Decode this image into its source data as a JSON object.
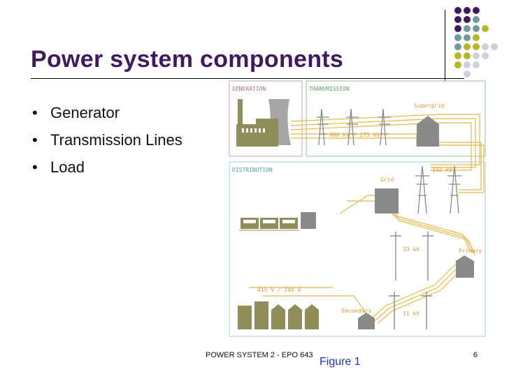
{
  "slide": {
    "title": "Power system components",
    "bullets": [
      "Generator",
      "Transmission Lines",
      "Load"
    ],
    "footer": "POWER SYSTEM 2 - EPO 643",
    "page_number": "6",
    "caption": "Figure 1"
  },
  "figure": {
    "generation_label": "GENERATION",
    "transmission_label": "TRANSMISSION",
    "distribution_label": "DISTRIBUTION",
    "supergrid_label": "Supergrid",
    "voltage_400": "400 kV / 275 kV",
    "grid_label": "Grid",
    "voltage_132": "132 kV",
    "voltage_33": "33 kV",
    "primary_label": "Primary",
    "voltage_11": "11 kV",
    "secondary_label": "Secondary",
    "voltage_415": "415 V / 240 V"
  },
  "colors": {
    "title": "#3f1a5f",
    "purple": "#3f1a5f",
    "teal": "#6f9c9a",
    "olive": "#b5b62a",
    "grey_dot": "#d0d0dc",
    "factory": "#8f8d5a",
    "box": "#8a8a8a",
    "wire": "#e8b84a"
  }
}
